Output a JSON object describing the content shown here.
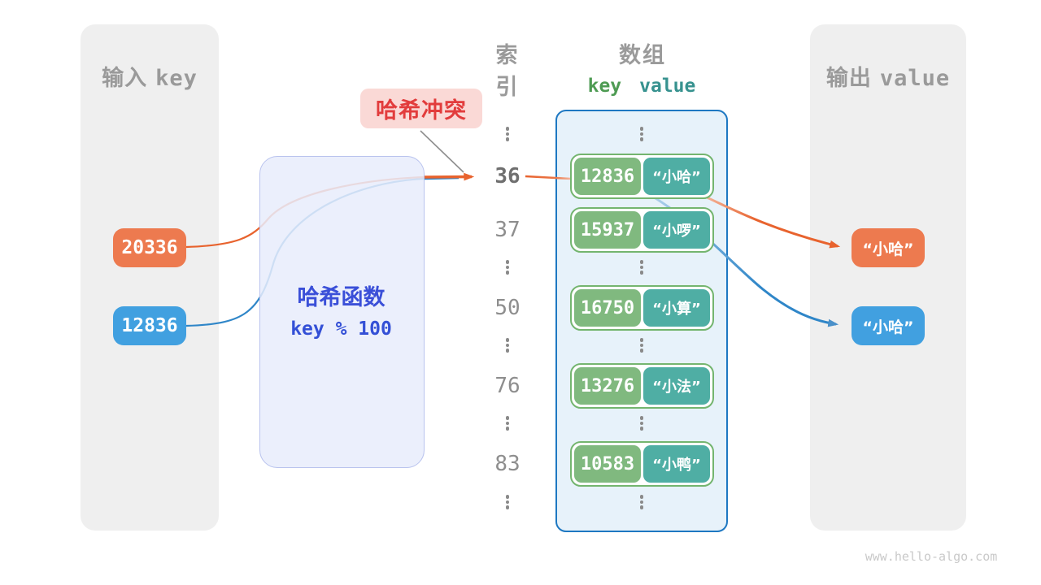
{
  "input_panel": {
    "title_cjk": "输入",
    "title_latin": "key",
    "items": [
      {
        "text": "20336",
        "color": "orange"
      },
      {
        "text": "12836",
        "color": "blue"
      }
    ]
  },
  "output_panel": {
    "title_cjk": "输出",
    "title_latin": "value",
    "items": [
      {
        "text": "“小哈”",
        "color": "orange"
      },
      {
        "text": "“小哈”",
        "color": "blue"
      }
    ]
  },
  "hash_box": {
    "title": "哈希函数",
    "formula": "key % 100"
  },
  "collision_badge": {
    "text": "哈希冲突"
  },
  "index_column": {
    "title": "索引",
    "slots": [
      {
        "type": "dots"
      },
      {
        "type": "index",
        "text": "36",
        "emph": true
      },
      {
        "type": "index",
        "text": "37"
      },
      {
        "type": "dots"
      },
      {
        "type": "index",
        "text": "50"
      },
      {
        "type": "dots"
      },
      {
        "type": "index",
        "text": "76"
      },
      {
        "type": "dots"
      },
      {
        "type": "index",
        "text": "83"
      },
      {
        "type": "dots"
      }
    ]
  },
  "array_column": {
    "title": "数组",
    "key_header": "key",
    "value_header": "value",
    "slots": [
      {
        "type": "dots"
      },
      {
        "type": "pair",
        "key": "12836",
        "value": "“小哈”"
      },
      {
        "type": "pair",
        "key": "15937",
        "value": "“小啰”"
      },
      {
        "type": "dots"
      },
      {
        "type": "pair",
        "key": "16750",
        "value": "“小算”"
      },
      {
        "type": "dots"
      },
      {
        "type": "pair",
        "key": "13276",
        "value": "“小法”"
      },
      {
        "type": "dots"
      },
      {
        "type": "pair",
        "key": "10583",
        "value": "“小鸭”"
      },
      {
        "type": "dots"
      }
    ]
  },
  "watermark": "www.hello-algo.com",
  "colors": {
    "input_key_orange": "#ed7a4f",
    "input_key_blue": "#41a0e0",
    "pair_key_green": "#80b97f",
    "pair_value_teal": "#4faea4",
    "array_border_blue": "#1e78c2",
    "hash_text_indigo": "#3a4fd8",
    "collision_red": "#e23c3c",
    "arrow_orange": "#e8632e",
    "arrow_blue": "#2f86c8",
    "panel_gray": "#efefef"
  }
}
